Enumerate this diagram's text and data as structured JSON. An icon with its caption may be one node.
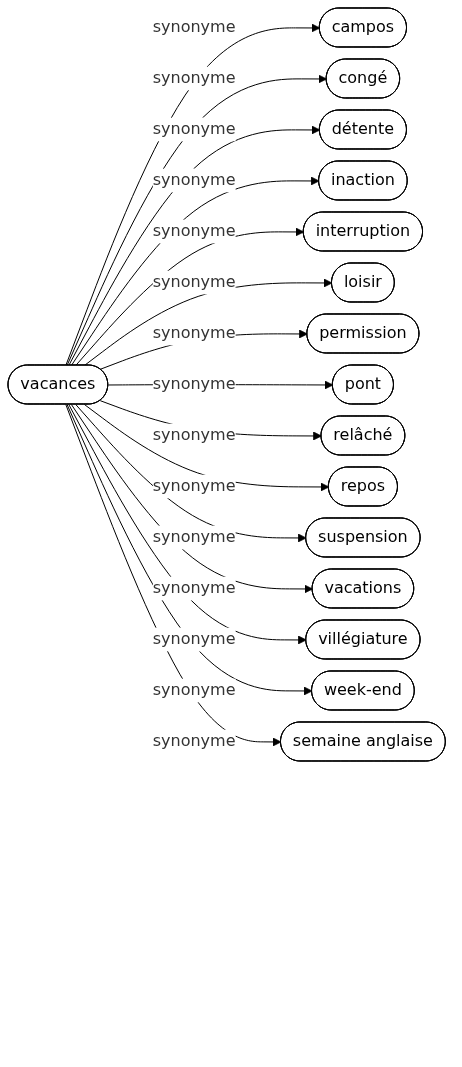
{
  "diagram": {
    "nodes": [
      {
        "text": [
          "vacances"
        ]
      },
      {
        "text": [
          "campos"
        ]
      },
      {
        "text": [
          "congé"
        ]
      },
      {
        "text": [
          "détente"
        ]
      },
      {
        "text": [
          "inaction"
        ]
      },
      {
        "text": [
          "interruption"
        ]
      },
      {
        "text": [
          "loisir"
        ]
      },
      {
        "text": [
          "permission"
        ]
      },
      {
        "text": [
          "pont"
        ]
      },
      {
        "text": [
          "relâché"
        ]
      },
      {
        "text": [
          "repos"
        ]
      },
      {
        "text": [
          "suspension"
        ]
      },
      {
        "text": [
          "vacations"
        ]
      },
      {
        "text": [
          "villégiature"
        ]
      },
      {
        "text": [
          "week-end"
        ]
      },
      {
        "text": [
          "semaine anglaise"
        ]
      }
    ],
    "edges": [
      {
        "from": 0,
        "to": 1,
        "arrow": "to",
        "label": "synonyme"
      },
      {
        "from": 0,
        "to": 2,
        "arrow": "to",
        "label": "synonyme"
      },
      {
        "from": 0,
        "to": 3,
        "arrow": "to",
        "label": "synonyme"
      },
      {
        "from": 0,
        "to": 4,
        "arrow": "to",
        "label": "synonyme"
      },
      {
        "from": 0,
        "to": 5,
        "arrow": "to",
        "label": "synonyme"
      },
      {
        "from": 0,
        "to": 6,
        "arrow": "to",
        "label": "synonyme"
      },
      {
        "from": 0,
        "to": 7,
        "arrow": "to",
        "label": "synonyme"
      },
      {
        "from": 0,
        "to": 8,
        "arrow": "to",
        "label": "synonyme"
      },
      {
        "from": 0,
        "to": 9,
        "arrow": "to",
        "label": "synonyme"
      },
      {
        "from": 0,
        "to": 10,
        "arrow": "to",
        "label": "synonyme"
      },
      {
        "from": 0,
        "to": 11,
        "arrow": "to",
        "label": "synonyme"
      },
      {
        "from": 0,
        "to": 12,
        "arrow": "to",
        "label": "synonyme"
      },
      {
        "from": 0,
        "to": 13,
        "arrow": "to",
        "label": "synonyme"
      },
      {
        "from": 0,
        "to": 14,
        "arrow": "to",
        "label": "synonyme"
      },
      {
        "from": 0,
        "to": 15,
        "arrow": "to",
        "label": "synonyme"
      }
    ]
  }
}
